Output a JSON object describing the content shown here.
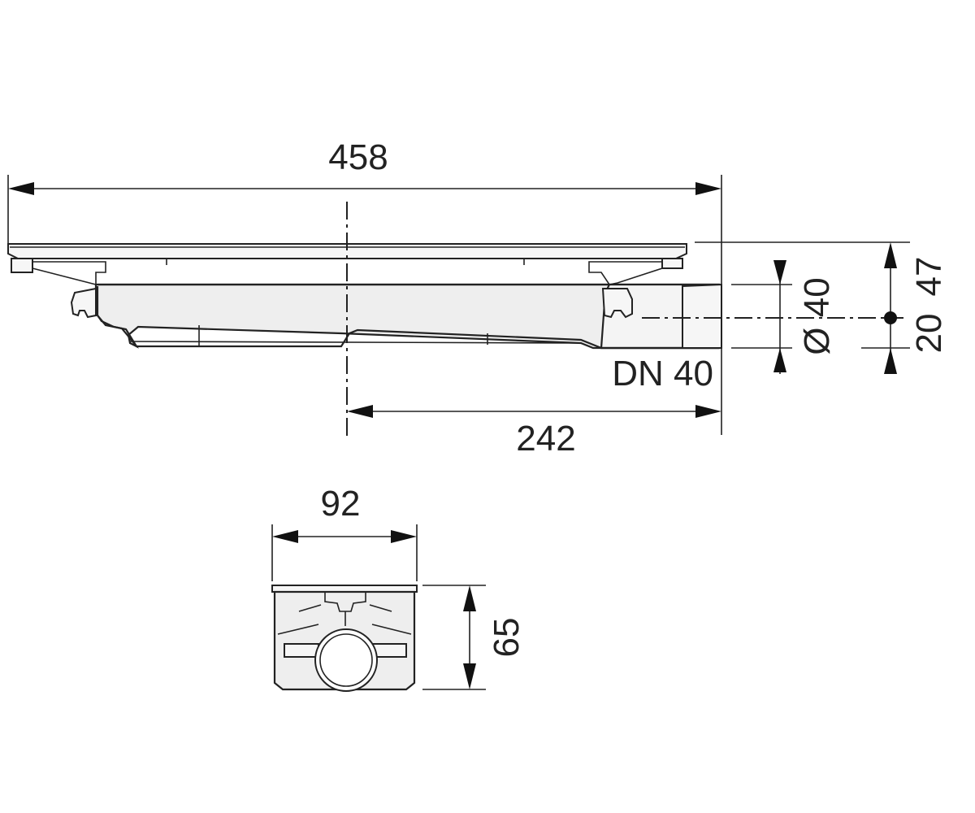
{
  "dimensions": {
    "overall_length": "458",
    "outlet_offset": "242",
    "outlet_label": "DN 40",
    "outlet_diameter": "Ø 40",
    "total_height": "47",
    "outlet_height": "20",
    "width": "92",
    "section_height": "65"
  },
  "colors": {
    "line": "#222222",
    "body_fill": "#eeeeee",
    "background": "#ffffff"
  }
}
